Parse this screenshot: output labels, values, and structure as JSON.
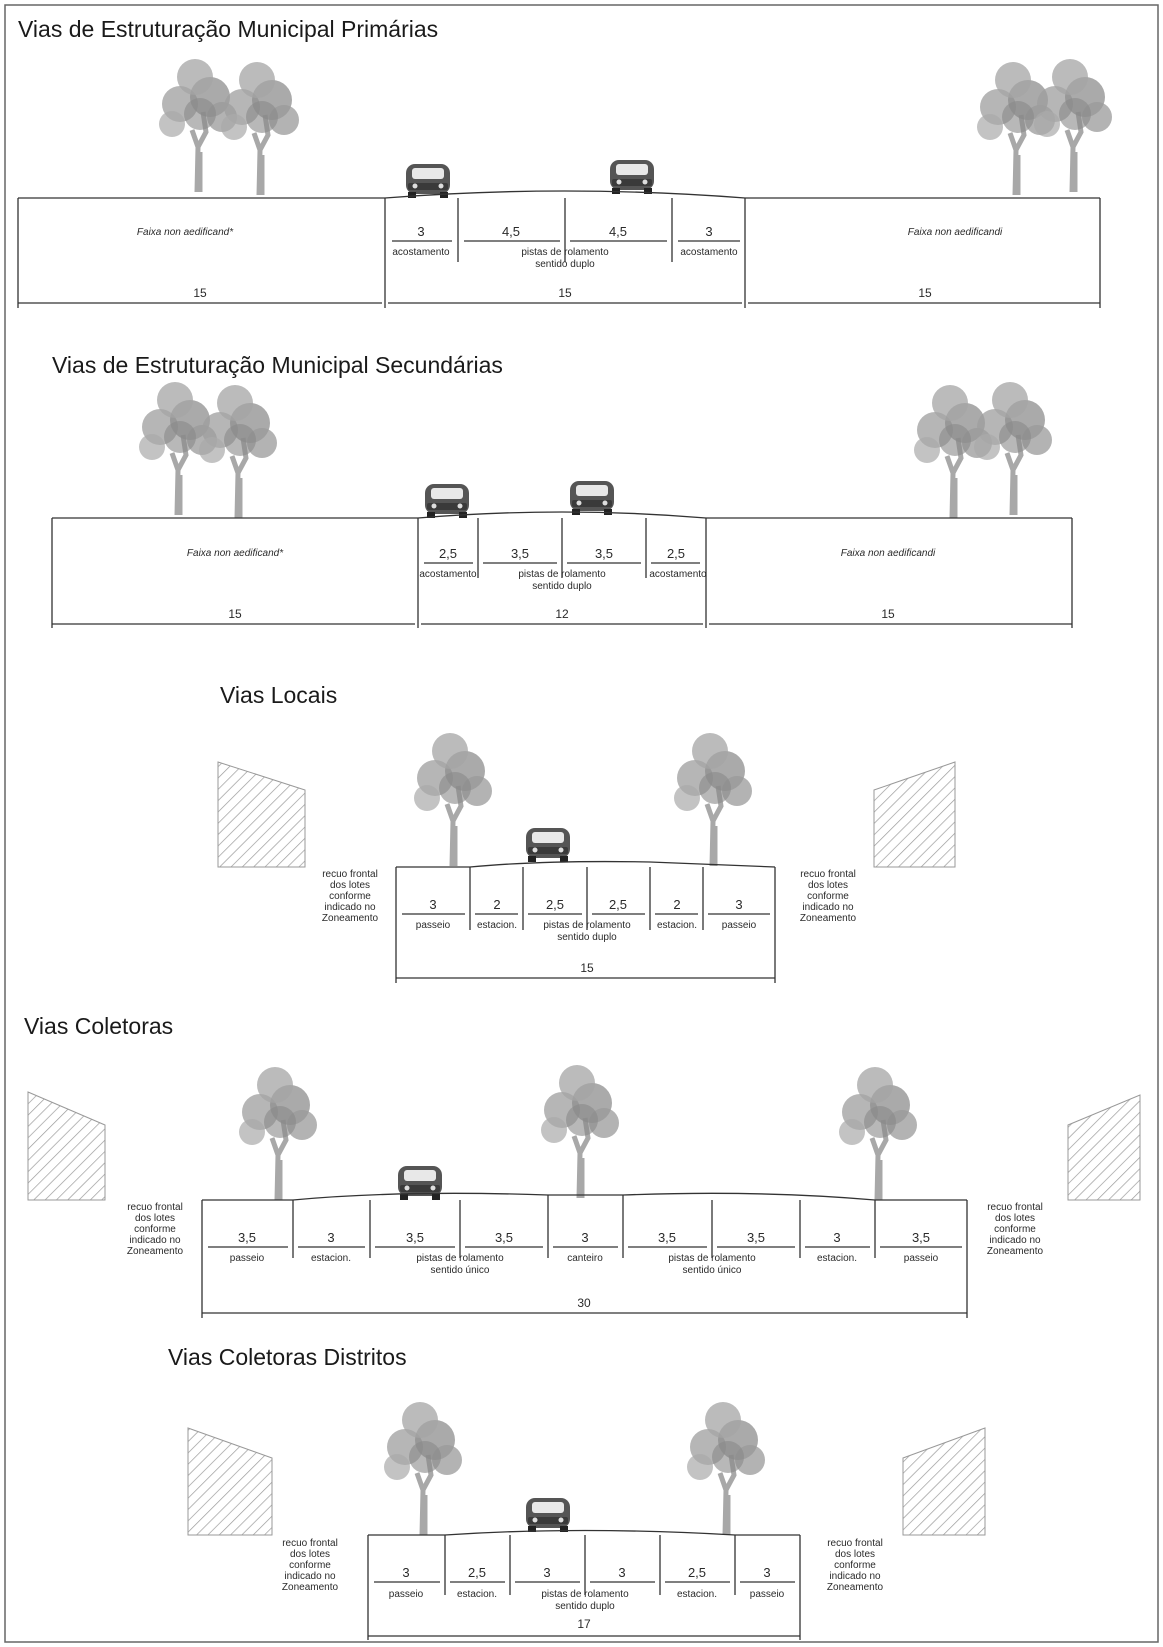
{
  "sections": [
    {
      "title": "Vias de Estruturação Municipal Primárias",
      "faixa_left": "Faixa non aedificand*",
      "faixa_right": "Faixa non aedificandi",
      "widths": [
        "3",
        "4,5",
        "4,5",
        "3"
      ],
      "labels": [
        "acostamento",
        "pistas de rolamento",
        "sentido duplo",
        "acostamento"
      ],
      "totals": [
        "15",
        "15",
        "15"
      ]
    },
    {
      "title": "Vias de Estruturação Municipal Secundárias",
      "faixa_left": "Faixa non aedificand*",
      "faixa_right": "Faixa non aedificandi",
      "widths": [
        "2,5",
        "3,5",
        "3,5",
        "2,5"
      ],
      "labels": [
        "acostamento",
        "pistas de rolamento",
        "sentido duplo",
        "acostamento"
      ],
      "totals": [
        "15",
        "12",
        "15"
      ]
    },
    {
      "title": "Vias Locais",
      "recuo": [
        "recuo frontal",
        "dos lotes",
        "conforme",
        "indicado no",
        "Zoneamento"
      ],
      "widths": [
        "3",
        "2",
        "2,5",
        "2,5",
        "2",
        "3"
      ],
      "labels": [
        "passeio",
        "estacion.",
        "pistas de rolamento",
        "sentido duplo",
        "estacion.",
        "passeio"
      ],
      "total": "15"
    },
    {
      "title": "Vias Coletoras",
      "recuo": [
        "recuo frontal",
        "dos lotes",
        "conforme",
        "indicado no",
        "Zoneamento"
      ],
      "widths": [
        "3,5",
        "3",
        "3,5",
        "3,5",
        "3",
        "3,5",
        "3,5",
        "3",
        "3,5"
      ],
      "labels": [
        "passeio",
        "estacion.",
        "pistas de rolamento",
        "sentido único",
        "canteiro",
        "pistas de rolamento",
        "sentido único",
        "estacion.",
        "passeio"
      ],
      "total": "30"
    },
    {
      "title": "Vias Coletoras Distritos",
      "recuo": [
        "recuo frontal",
        "dos lotes",
        "conforme",
        "indicado no",
        "Zoneamento"
      ],
      "widths": [
        "3",
        "2,5",
        "3",
        "3",
        "2,5",
        "3"
      ],
      "labels": [
        "passeio",
        "estacion.",
        "pistas de rolamento",
        "sentido duplo",
        "estacion.",
        "passeio"
      ],
      "total": "17"
    }
  ],
  "colors": {
    "line": "#333333",
    "tree": "#8a8a8a",
    "hatch": "#9a9a9a"
  }
}
